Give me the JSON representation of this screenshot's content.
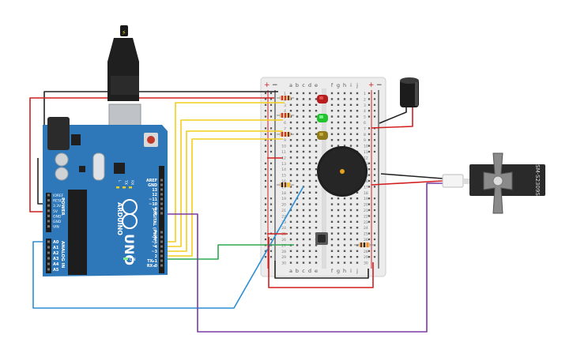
{
  "arduino": {
    "brand": "ARDUINO",
    "model": "UNO",
    "logo": "infinity-logo",
    "power_header_title": "POWER",
    "power_pins": [
      "IOREF",
      "RESET",
      "3.3V",
      "5V",
      "GND",
      "GND",
      "VIN"
    ],
    "analog_header_title": "ANALOG IN",
    "analog_pins": [
      "A0",
      "A1",
      "A2",
      "A3",
      "A4",
      "A5"
    ],
    "digital_header_title": "DIGITAL (PWM ~)",
    "digital_pins": [
      "AREF",
      "GND",
      "13",
      "12",
      "~11",
      "~10",
      "~9",
      "8",
      "7",
      "~6",
      "~5",
      "4",
      "~3",
      "2",
      "TX▸1",
      "RX◂0"
    ],
    "led_labels": [
      "L",
      "TX",
      "RX"
    ],
    "on_label": "ON"
  },
  "breadboard": {
    "column_letters_left": [
      "a",
      "b",
      "c",
      "d",
      "e"
    ],
    "column_letters_right": [
      "f",
      "g",
      "h",
      "i",
      "j"
    ],
    "row_numbers": [
      "1",
      "2",
      "3",
      "4",
      "5",
      "6",
      "7",
      "8",
      "9",
      "10",
      "11",
      "12",
      "13",
      "14",
      "15",
      "16",
      "17",
      "18",
      "19",
      "20",
      "21",
      "22",
      "23",
      "24",
      "25",
      "26",
      "27",
      "28",
      "29",
      "30"
    ],
    "rail_plus": "+",
    "rail_minus": "−"
  },
  "servo": {
    "label": "SM-S2309S"
  },
  "colors": {
    "wire_black": "#222222",
    "wire_red": "#d11f1f",
    "wire_yellow": "#f2cf1d",
    "wire_green": "#2fa84f",
    "wire_blue": "#2a8fd6",
    "wire_purple": "#7b3aa3",
    "board_blue": "#2e77b8",
    "breadboard_body": "#ececec"
  }
}
